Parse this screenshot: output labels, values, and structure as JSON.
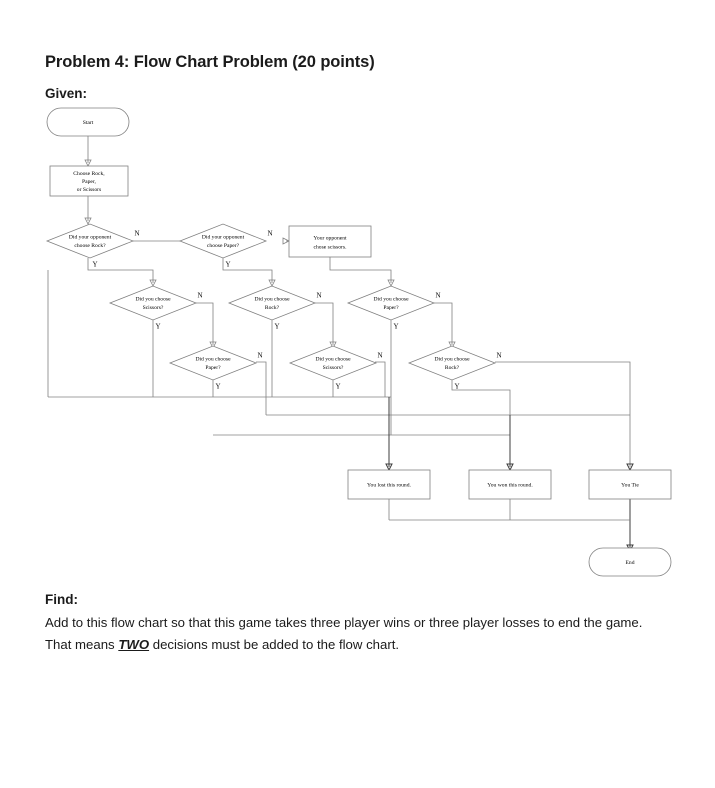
{
  "document": {
    "heading": "Problem 4: Flow Chart Problem (20 points)",
    "given_label": "Given:",
    "find_label": "Find:",
    "find_line1": "Add to this flow chart so that this game takes three player wins or three player losses to end the game.",
    "find_line2_before": "That means ",
    "find_line2_emphasis": "TWO",
    "find_line2_after": " decisions must be added to the flow chart."
  },
  "colors": {
    "shape_stroke": "#808080",
    "connector": "#808080",
    "connector_dark": "#3c3c3c",
    "shape_fill": "#ffffff",
    "text": "#000000",
    "heading_text": "#1b1b1b"
  },
  "flowchart": {
    "title": "Rock Paper Scissors round flow chart",
    "branch_labels": {
      "yes": "Y",
      "no": "N"
    },
    "nodes": {
      "start": {
        "label": "Start",
        "shape": "terminator"
      },
      "choose": {
        "line1": "Choose Rock,",
        "line2": "Paper,",
        "line3": "or Scissors",
        "shape": "process"
      },
      "opp_rock": {
        "line1": "Did your opponent",
        "line2": "choose Rock?",
        "shape": "decision"
      },
      "opp_paper": {
        "line1": "Did your opponent",
        "line2": "choose Paper?",
        "shape": "decision"
      },
      "opp_scissors": {
        "line1": "Your opponent",
        "line2": "chose scissors.",
        "shape": "process"
      },
      "you_scissors_a": {
        "line1": "Did you choose",
        "line2": "Scissors?",
        "shape": "decision"
      },
      "you_rock_a": {
        "line1": "Did you choose",
        "line2": "Rock?",
        "shape": "decision"
      },
      "you_paper_a": {
        "line1": "Did you choose",
        "line2": "Paper?",
        "shape": "decision"
      },
      "you_paper_b": {
        "line1": "Did you choose",
        "line2": "Paper?",
        "shape": "decision"
      },
      "you_scissors_b": {
        "line1": "Did you choose",
        "line2": "Scissors?",
        "shape": "decision"
      },
      "you_rock_b": {
        "line1": "Did you choose",
        "line2": "Rock?",
        "shape": "decision"
      },
      "lost": {
        "label": "You lost this round.",
        "shape": "process"
      },
      "won": {
        "label": "You won this round.",
        "shape": "process"
      },
      "tie": {
        "label": "You Tie",
        "shape": "process"
      },
      "end": {
        "label": "End",
        "shape": "terminator"
      }
    }
  }
}
